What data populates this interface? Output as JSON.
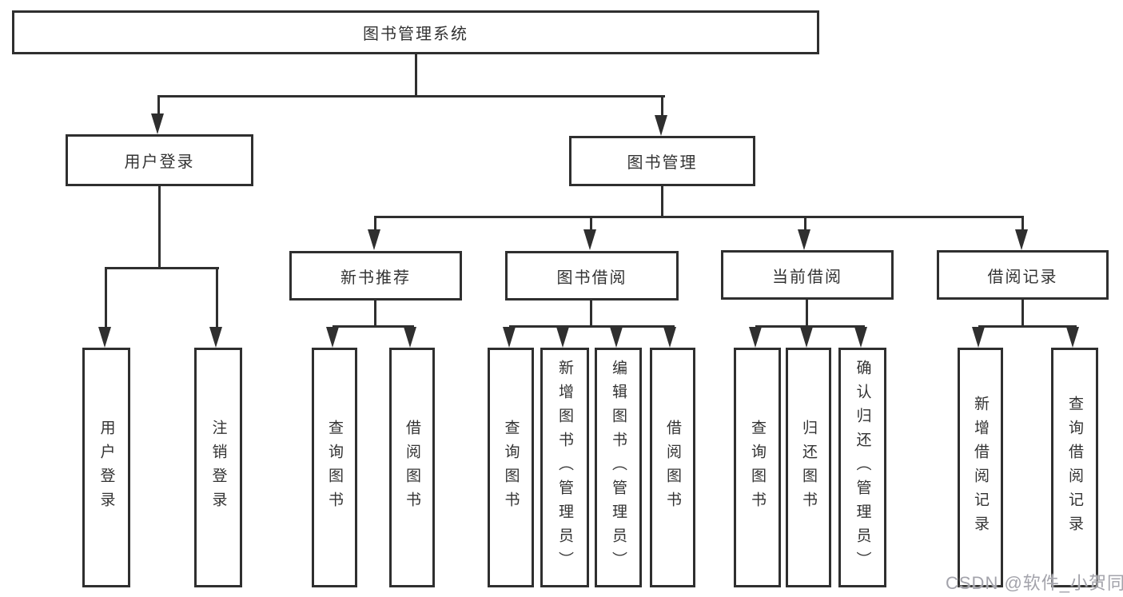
{
  "diagram": {
    "title": "图书管理系统",
    "branches": [
      {
        "label": "用户登录",
        "children": [
          "用户登录",
          "注销登录"
        ]
      },
      {
        "label": "图书管理",
        "sections": [
          {
            "label": "新书推荐",
            "children": [
              "查询图书",
              "借阅图书"
            ]
          },
          {
            "label": "图书借阅",
            "children": [
              "查询图书",
              "新增图书（管理员）",
              "编辑图书（管理员）",
              "借阅图书"
            ]
          },
          {
            "label": "当前借阅",
            "children": [
              "查询图书",
              "归还图书",
              "确认归还（管理员）"
            ]
          },
          {
            "label": "借阅记录",
            "children": [
              "新增借阅记录",
              "查询借阅记录"
            ]
          }
        ]
      }
    ],
    "watermark": "CSDN @软件_小贺同学",
    "colors": {
      "line": "#2f2f2f",
      "background": "#ffffff",
      "watermark": "#a3a3ab"
    }
  }
}
